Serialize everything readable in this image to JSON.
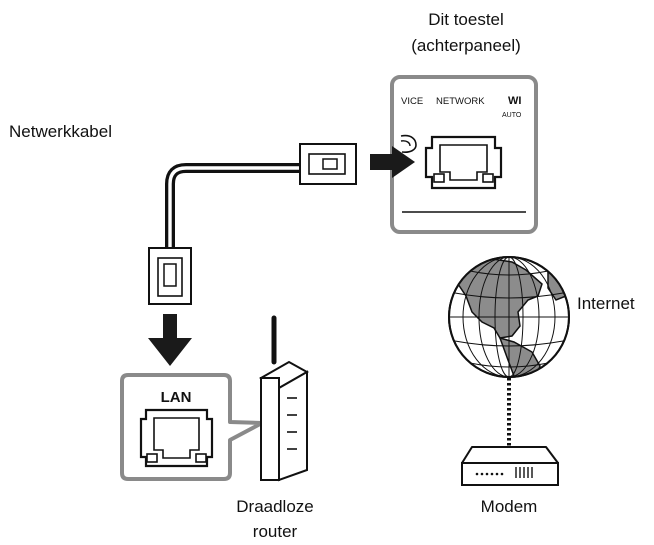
{
  "labels": {
    "device_line1": "Dit toestel",
    "device_line2": "(achterpaneel)",
    "cable": "Netwerkkabel",
    "internet": "Internet",
    "router_line1": "Draadloze",
    "router_line2": "router",
    "modem": "Modem",
    "lan": "LAN"
  },
  "panel": {
    "left_label": "VICE",
    "network_label": "NETWORK",
    "right_label": "WI",
    "auto_label": "AUTO"
  },
  "colors": {
    "stroke": "#111111",
    "panel_border": "#8a8a8a",
    "arrow": "#1a1a1a",
    "globe_ocean": "#ffffff",
    "globe_land": "#8c8c8c"
  },
  "icons": {
    "device_port": "ethernet-port-icon",
    "lan_port": "ethernet-port-icon",
    "globe": "globe-icon",
    "router": "wireless-router-icon",
    "modem": "modem-icon"
  }
}
